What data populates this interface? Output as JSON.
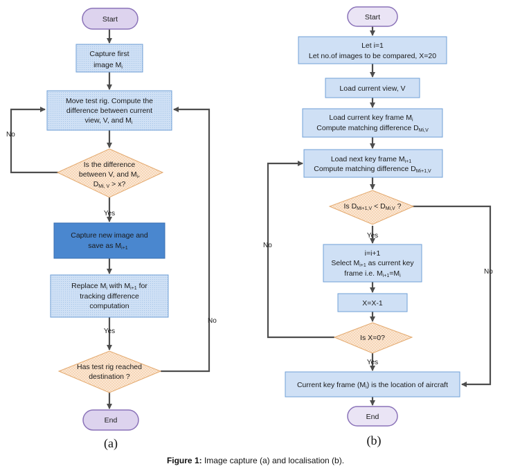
{
  "caption": {
    "label": "Figure 1:",
    "text": "Image capture (a) and localisation (b)."
  },
  "colors": {
    "process_fill": "#cfe0f5",
    "process_border": "#6f9fd6",
    "highlight_fill": "#4a87cf",
    "terminal_fill": "#ddd3ee",
    "terminal_border": "#8a72b8",
    "decision_fill": "#fbe7d3",
    "decision_border": "#e3a96e",
    "arrow": "#4d4d4d"
  },
  "panel_a": {
    "label": "(a)",
    "start": "Start",
    "capture_first": [
      "Capture first",
      "image M"
    ],
    "capture_first_sub": "i",
    "move_rig": [
      "Move test rig. Compute the",
      "difference between current",
      "view, V, and M"
    ],
    "move_rig_sub": "i",
    "decision_diff": [
      "Is the difference",
      "between V, and M",
      "D",
      " > x?"
    ],
    "decision_diff_subs": [
      "i",
      "Mi, V"
    ],
    "capture_new": [
      "Capture new image and",
      "save as M"
    ],
    "capture_new_sub": "i+1",
    "replace": [
      "Replace M",
      " with M",
      " for",
      "tracking difference",
      "computation"
    ],
    "replace_subs": [
      "i",
      "i+1"
    ],
    "decision_dest": [
      "Has test rig reached",
      "destination ?"
    ],
    "end": "End",
    "yes_1": "Yes",
    "yes_2": "Yes",
    "no_1": "No",
    "no_2": "No"
  },
  "panel_b": {
    "label": "(b)",
    "start": "Start",
    "init": [
      "Let i=1",
      "Let no.of images to be compared, X=20"
    ],
    "load_view": "Load current view, V",
    "load_key": [
      "Load current key frame M",
      "Compute matching difference D"
    ],
    "load_key_subs": [
      "i",
      "Mi,V"
    ],
    "load_next": [
      "Load next key frame M",
      "Compute matching difference D"
    ],
    "load_next_subs": [
      "i+1",
      "Mi+1,V"
    ],
    "decision_less": [
      "Is D",
      " < D",
      " ?"
    ],
    "decision_less_subs": [
      "Mi+1,V",
      "Mi,V"
    ],
    "select": [
      "i=i+1",
      "Select M",
      " as current key",
      "frame i.e. M",
      "=M"
    ],
    "select_subs": [
      "i+1",
      "i+1",
      "i"
    ],
    "decrement": "X=X-1",
    "decision_zero": "Is X=0?",
    "location": [
      "Current key frame (M",
      ") is the location of aircraft"
    ],
    "location_sub": "i",
    "end": "End",
    "yes_1": "Yes",
    "yes_2": "Yes",
    "no_1": "No",
    "no_2": "No"
  }
}
